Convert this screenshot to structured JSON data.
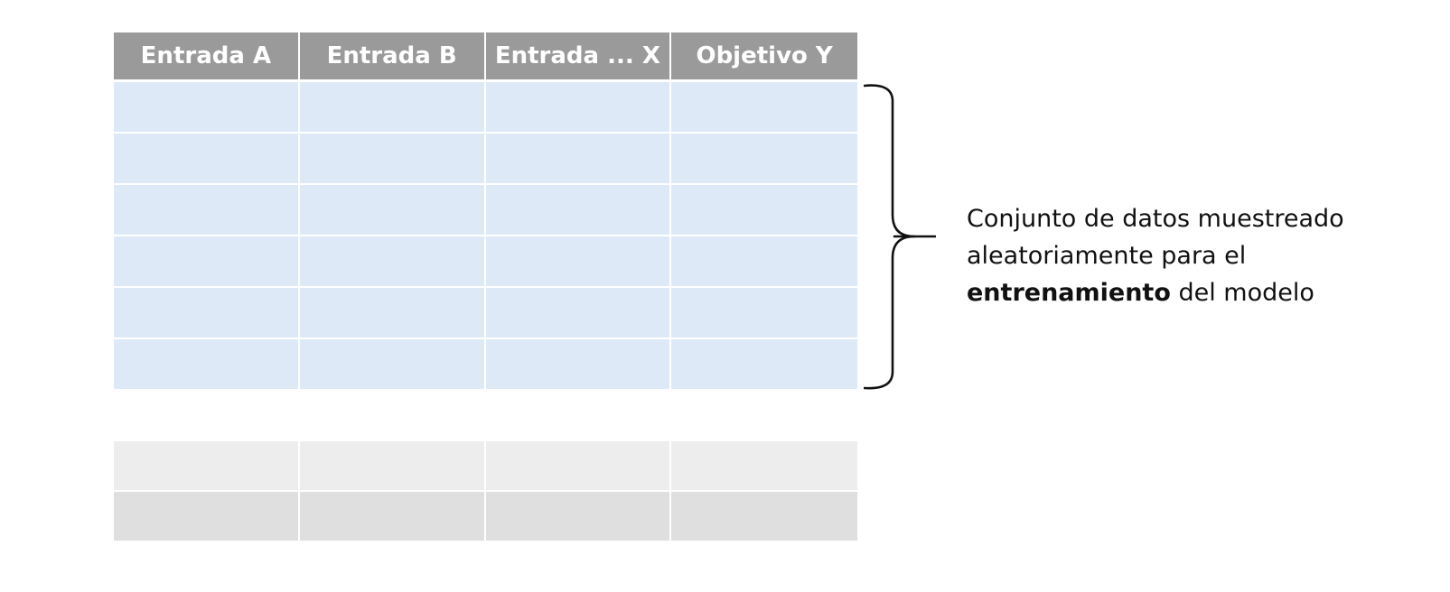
{
  "table": {
    "headers": [
      "Entrada A",
      "Entrada B",
      "Entrada ... X",
      "Objetivo Y"
    ],
    "training_rows": 6,
    "test_rows": 2
  },
  "caption": {
    "line1": "Conjunto de datos muestreado",
    "line2": "aleatoriamente para el",
    "line3_bold": "entrenamiento",
    "line3_rest": " del modelo"
  },
  "colors": {
    "header_bg": "#9a9a9a",
    "training_cell": "#dde9f6",
    "test_cell_light": "#ededed",
    "test_cell_dark": "#dfdfdf"
  }
}
